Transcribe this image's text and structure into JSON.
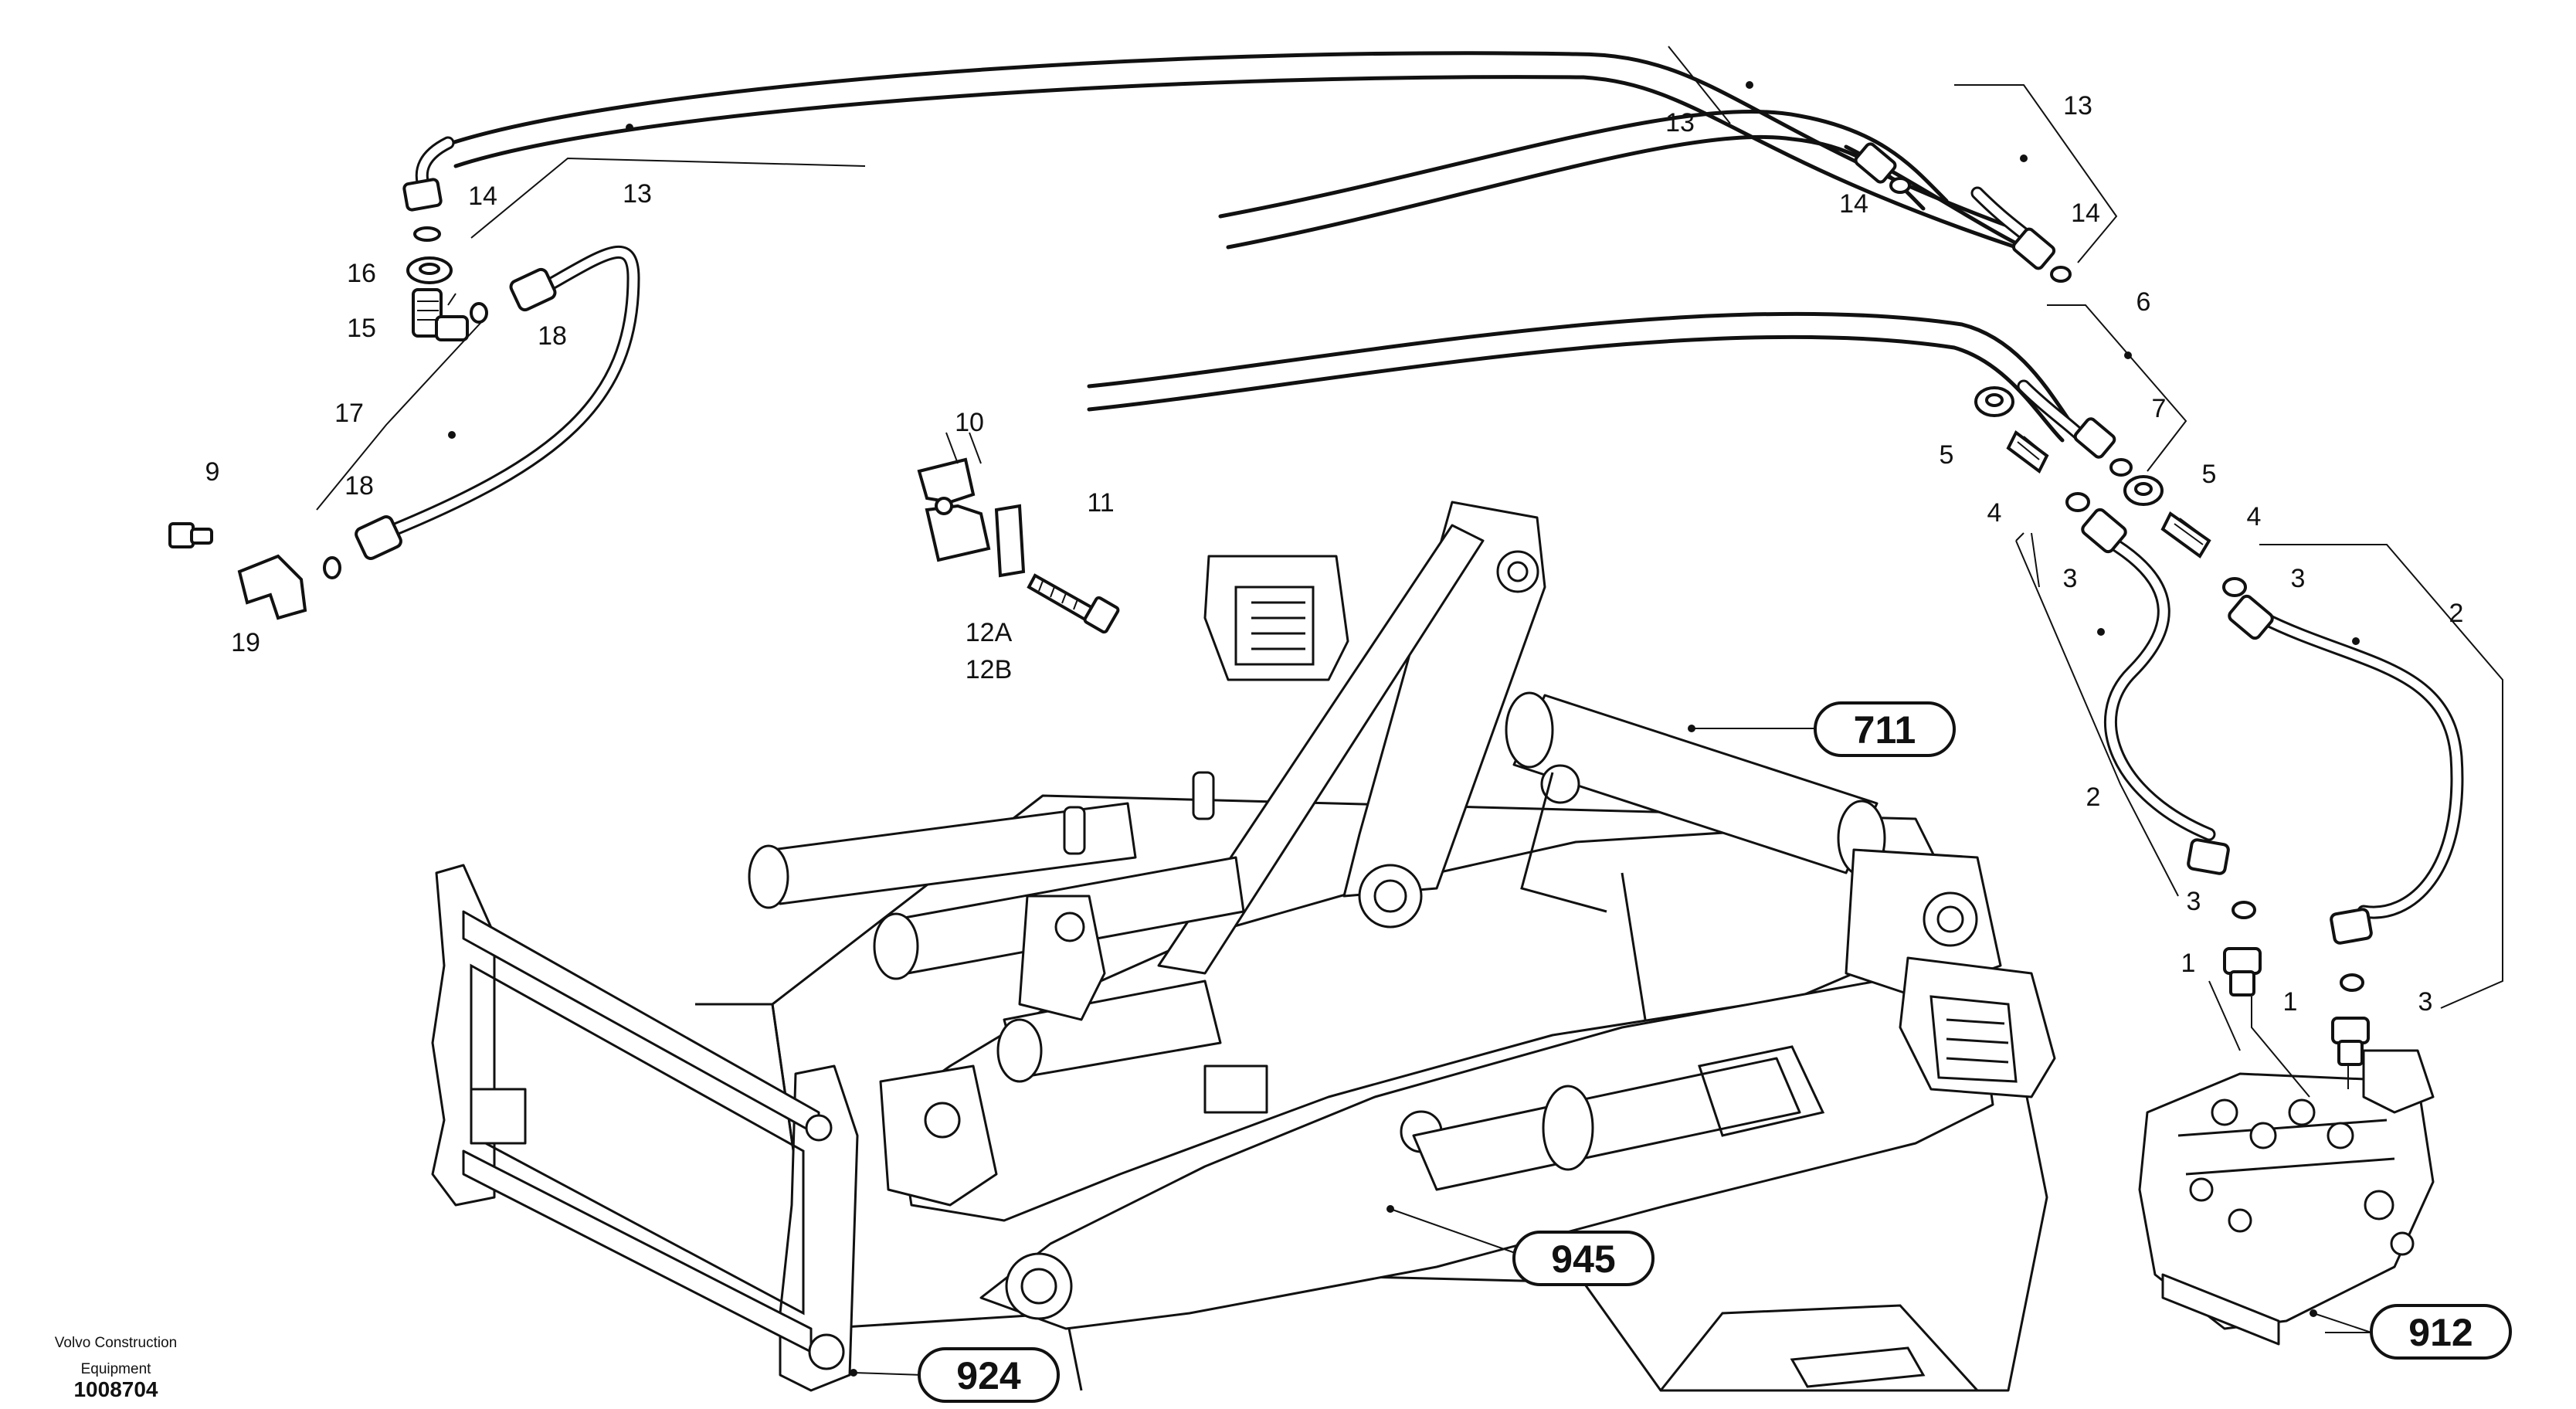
{
  "labels": {
    "13a": "13",
    "13b": "13",
    "13c": "13",
    "14a": "14",
    "14b": "14",
    "14c": "14",
    "16": "16",
    "15": "15",
    "18a": "18",
    "18b": "18",
    "17": "17",
    "9": "9",
    "19": "19",
    "10": "10",
    "11": "11",
    "12a": "12A",
    "12b": "12B",
    "6": "6",
    "7": "7",
    "5a": "5",
    "5b": "5",
    "4a": "4",
    "4b": "4",
    "3a": "3",
    "3b": "3",
    "3c": "3",
    "3d": "3",
    "2a": "2",
    "2b": "2",
    "1a": "1",
    "1b": "1"
  },
  "refs": {
    "r711": "711",
    "r945": "945",
    "r924": "924",
    "r912": "912"
  },
  "footer": {
    "brand_line1": "Volvo Construction",
    "brand_line2": "Equipment",
    "doc_number": "1008704"
  }
}
